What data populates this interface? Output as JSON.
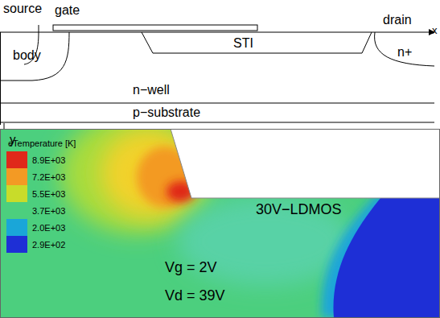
{
  "diagram": {
    "nodes": [
      {
        "text": [
          "body"
        ]
      },
      {
        "text": [
          "STI"
        ]
      },
      {
        "text": [
          "n+"
        ]
      },
      {
        "text": [
          "n−well"
        ]
      },
      {
        "text": [
          "p−substrate"
        ]
      }
    ],
    "labels": [
      "source",
      "gate",
      "drain",
      "x",
      "y",
      "eTemperature [K]",
      "30V−LDMOS",
      "Vg = 2V",
      "Vd = 39V"
    ],
    "legend": [
      {
        "text": "8.9E+03",
        "color": "#e0281a"
      },
      {
        "text": "7.2E+03",
        "color": "#f39a24"
      },
      {
        "text": "5.5E+03",
        "color": "#c8dc2a"
      },
      {
        "text": "3.7E+03",
        "color": "#4ccf7e"
      },
      {
        "text": "2.0E+03",
        "color": "#1aa6d8"
      },
      {
        "text": "2.9E+02",
        "color": "#1e2fd6"
      }
    ]
  }
}
